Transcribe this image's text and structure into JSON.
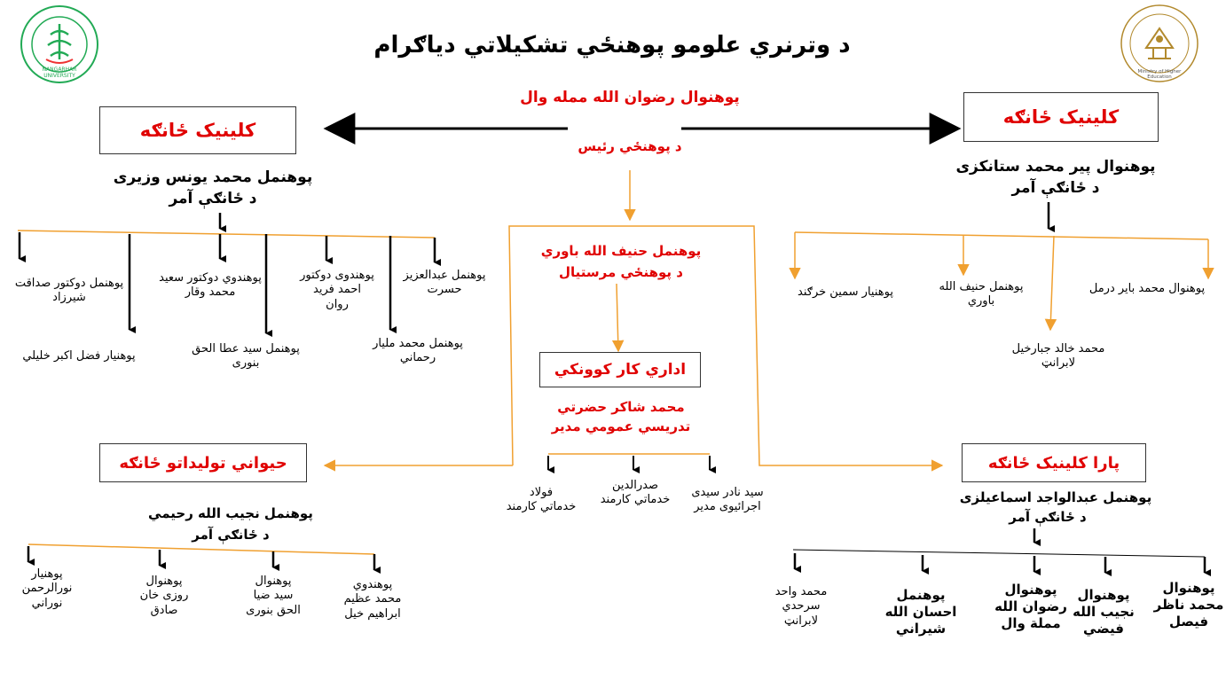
{
  "title": "د وترنري علومو پوهنځي تشکیلاتي دیاګرام",
  "logos": {
    "left": {
      "icon": "nangarhar-university-logo",
      "text": "NANGARHAR UNIVERSITY"
    },
    "right": {
      "icon": "ministry-of-higher-education-logo",
      "text": "Ministry of Higher Education"
    }
  },
  "dean": {
    "name": "پوهنوال رضوان الله ممله وال",
    "role": "د پوهنځي رئیس"
  },
  "deputy": {
    "name": "پوهنمل حنیف الله باوري",
    "role": "د پوهنځي مرستیال"
  },
  "admin": {
    "box": "اداري کار کوونکي",
    "name": "محمد شاکر حضرتي",
    "role": "تدریسي عمومي مدیر",
    "staff": [
      "سید نادر سیدی\nاجرائیوی مدیر",
      "صدرالدین\nخدماتي کارمند",
      "فولاد\nخدماتي کارمند"
    ]
  },
  "clinic_left": {
    "box": "کلینیک ځانګه",
    "head_name": "پوهنمل محمد یونس وزیری",
    "head_role": "د ځانګې آمر",
    "members": [
      "پوهنمل عبدالعزیز\nحسرت",
      "پوهندوی دوکتور\nاحمد فرید\nروان",
      "پوهندوي دوکتور سعید\nمحمد وقار",
      "پوهنمل دوکتور صداقت\nشیرزاد",
      "پوهنمل محمد ملیار\nرحماني",
      "پوهنمل سید عطا الحق\nبنوری",
      "پوهنیار فضل اکبر خلیلي"
    ]
  },
  "clinic_right": {
    "box": "کلینیک ځانګه",
    "head_name": "پوهنوال پیر محمد ستانکزی",
    "head_role": "د ځانګې آمر",
    "members": [
      "پوهنوال محمد بایر درمل",
      "پوهنمل حنیف الله\nباوري",
      "پوهنیار سمین خرګند",
      "محمد خالد جبارخیل\nلابرانټ"
    ]
  },
  "animal": {
    "box": "حیواني تولیداتو ځانګه",
    "head_name": "پوهنمل نجیب الله رحیمي",
    "head_role": "د ځانګې آمر",
    "members": [
      "پوهندوي\nمحمد عظیم\nابراهیم خیل",
      "پوهنوال\nسید ضیا\nالحق بنوری",
      "پوهنوال\nروزی خان\nصادق",
      "پوهنیار\nنورالرحمن\nنوراني"
    ]
  },
  "para": {
    "box": "پارا کلینیک ځانګه",
    "head_name": "پوهنمل عبدالواجد اسماعیلزی",
    "head_role": "د ځانګې آمر",
    "members": [
      "پوهنوال\nمحمد ناظر\nفیصل",
      "پوهنوال\nنجیب الله\nفیضي",
      "پوهنوال\nرضوان الله\nمملة وال",
      "پوهنمل\nاحسان الله\nشیراني",
      "محمد واحد\nسرحدي\nلابرانټ"
    ]
  },
  "colors": {
    "accent_red": "#e00000",
    "connector_orange": "#f0a030",
    "arrow_black": "#000000"
  }
}
